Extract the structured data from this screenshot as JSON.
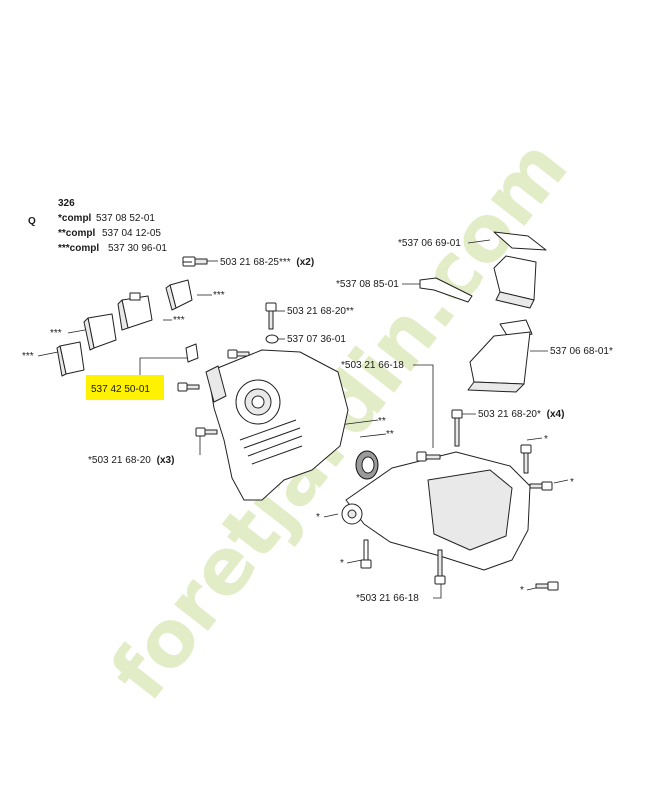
{
  "header": {
    "section_letter": "Q",
    "page_number": "326",
    "compl_lines": [
      {
        "prefix": "*compl",
        "number": "537 08 52-01"
      },
      {
        "prefix": "**compl",
        "number": "537 04 12-05"
      },
      {
        "prefix": "***compl",
        "number": "537 30 96-01"
      }
    ]
  },
  "highlighted_part": {
    "number": "537 42 50-01",
    "highlight_color": "#fff200"
  },
  "callouts": {
    "bolt_top": {
      "text": "503 21 68-25***",
      "qty": "(x2)"
    },
    "stars_a": "***",
    "stars_b": "***",
    "stars_c": "***",
    "stars_d": "***",
    "bolt_mid": "503 21 68-20**",
    "oring": "537 07 36-01",
    "bolt_left": {
      "text": "*503 21 68-20",
      "qty": "(x3)"
    },
    "dstar_a": "**",
    "dstar_b": "**",
    "guard_top": "*537 06 69-01",
    "clip": "*537 08 85-01",
    "guard_lower": "537 06 68-01*",
    "screw_a": "*503 21 66-18",
    "bolt_right": {
      "text": "503 21 68-20*",
      "qty": "(x4)"
    },
    "star_a": "*",
    "star_b": "*",
    "star_c": "*",
    "star_d": "*",
    "star_e": "*",
    "screw_b": "*503 21 66-18"
  },
  "watermark": {
    "text": "foretjardin.com",
    "color": "#d9e6b4",
    "accent": "#f4d9b0"
  }
}
